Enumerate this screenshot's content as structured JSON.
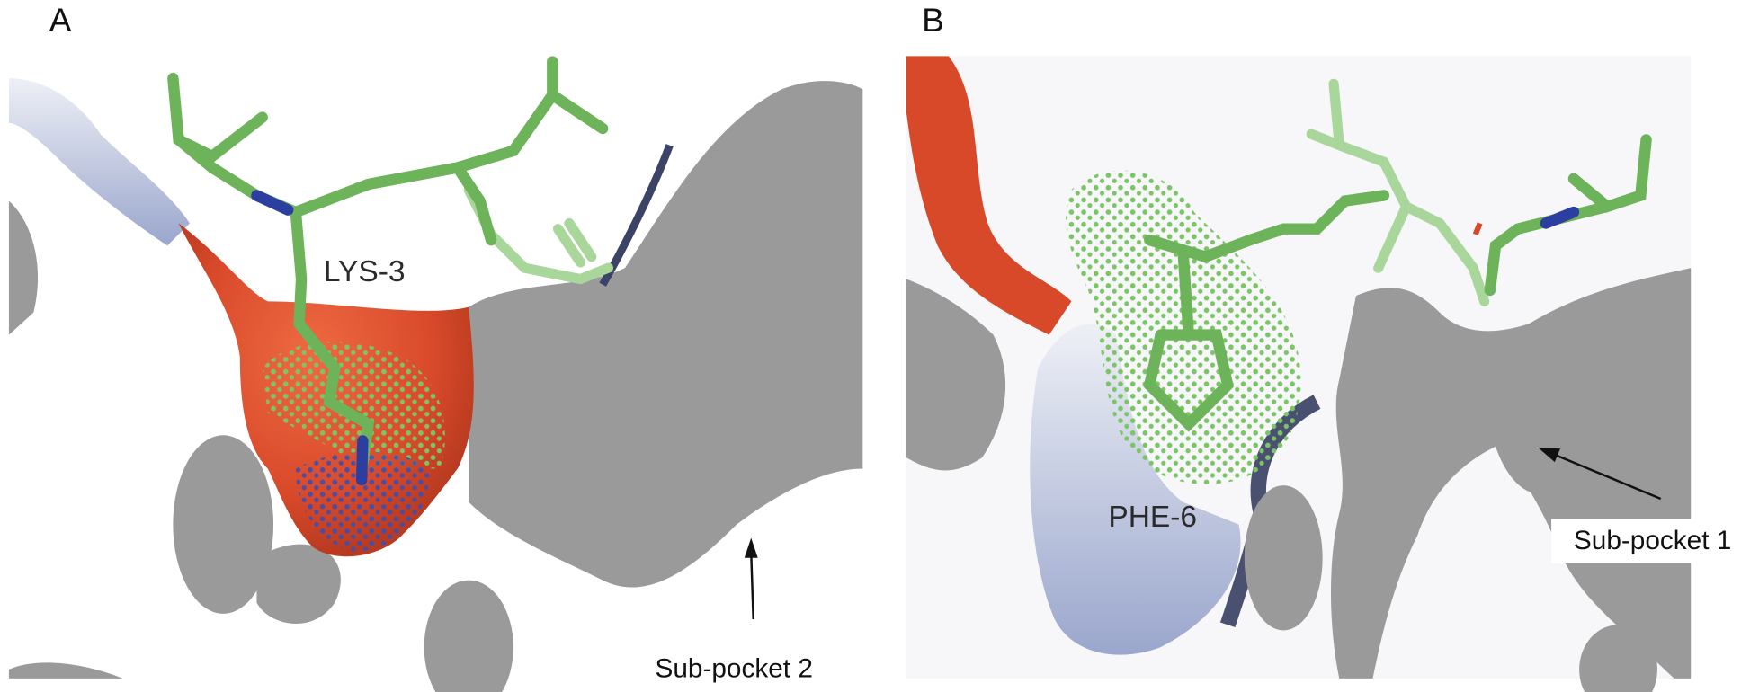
{
  "figure": {
    "panel_a": {
      "letter": "A",
      "residue_label": "LYS-3",
      "annotation": "Sub-pocket 2"
    },
    "panel_b": {
      "letter": "B",
      "residue_label": "PHE-6",
      "annotation": "Sub-pocket 1"
    }
  },
  "colors": {
    "negative_surface": "#d8492a",
    "positive_surface": "#8e9bc4",
    "neutral_surface": "#eef0f5",
    "cut_plane": "#9a9a9a",
    "carbon_stick": "#6cb35a",
    "nitrogen": "#2c3fa0"
  }
}
